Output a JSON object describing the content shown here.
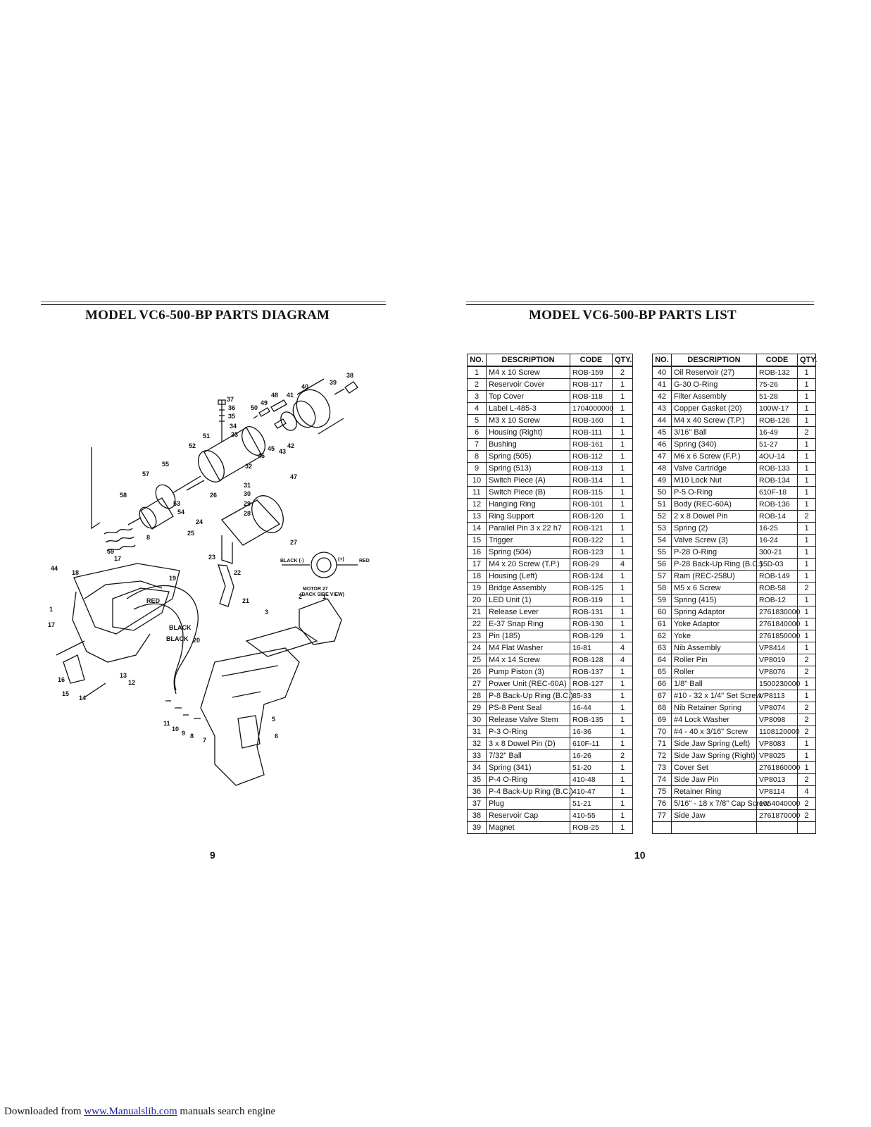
{
  "left_page": {
    "title": "MODEL VC6-500-BP PARTS DIAGRAM",
    "page_number": "9",
    "diagram": {
      "callouts": [
        "38",
        "39",
        "40",
        "41",
        "48",
        "49",
        "50",
        "37",
        "36",
        "35",
        "34",
        "33",
        "51",
        "52",
        "42",
        "43",
        "46",
        "45",
        "47",
        "32",
        "31",
        "30",
        "29",
        "28",
        "26",
        "55",
        "57",
        "53",
        "54",
        "58",
        "8",
        "59",
        "17",
        "44",
        "18",
        "19",
        "24",
        "25",
        "23",
        "22",
        "21",
        "27",
        "RED",
        "BLACK",
        "BLACK",
        "20",
        "1",
        "17",
        "3",
        "2",
        "1",
        "16",
        "13",
        "12",
        "15",
        "14",
        "11",
        "10",
        "9",
        "8",
        "7",
        "5",
        "6"
      ],
      "wire_labels": {
        "black_neg": "BLACK (-)",
        "pos": "(+)",
        "red": "RED",
        "motor": "MOTOR 27",
        "motor_sub": "(BACK SIDE VIEW)"
      }
    }
  },
  "right_page": {
    "title": "MODEL VC6-500-BP PARTS LIST",
    "page_number": "10",
    "headers": {
      "no": "NO.",
      "description": "DESCRIPTION",
      "code": "CODE",
      "qty": "QTY."
    },
    "left_table": [
      {
        "no": "1",
        "description": "M4 x 10 Screw",
        "code": "ROB-159",
        "qty": "2"
      },
      {
        "no": "2",
        "description": "Reservoir Cover",
        "code": "ROB-117",
        "qty": "1"
      },
      {
        "no": "3",
        "description": "Top Cover",
        "code": "ROB-118",
        "qty": "1"
      },
      {
        "no": "4",
        "description": "Label L-485-3",
        "code": "1704000000",
        "qty": "1"
      },
      {
        "no": "5",
        "description": "M3 x 10 Screw",
        "code": "ROB-160",
        "qty": "1"
      },
      {
        "no": "6",
        "description": "Housing (Right)",
        "code": "ROB-111",
        "qty": "1"
      },
      {
        "no": "7",
        "description": "Bushing",
        "code": "ROB-161",
        "qty": "1"
      },
      {
        "no": "8",
        "description": "Spring (505)",
        "code": "ROB-112",
        "qty": "1"
      },
      {
        "no": "9",
        "description": "Spring (513)",
        "code": "ROB-113",
        "qty": "1"
      },
      {
        "no": "10",
        "description": "Switch Piece (A)",
        "code": "ROB-114",
        "qty": "1"
      },
      {
        "no": "11",
        "description": "Switch Piece (B)",
        "code": "ROB-115",
        "qty": "1"
      },
      {
        "no": "12",
        "description": "Hanging Ring",
        "code": "ROB-101",
        "qty": "1"
      },
      {
        "no": "13",
        "description": "Ring Support",
        "code": "ROB-120",
        "qty": "1"
      },
      {
        "no": "14",
        "description": "Parallel Pin 3 x 22 h7",
        "code": "ROB-121",
        "qty": "1"
      },
      {
        "no": "15",
        "description": "Trigger",
        "code": "ROB-122",
        "qty": "1"
      },
      {
        "no": "16",
        "description": "Spring (504)",
        "code": "ROB-123",
        "qty": "1"
      },
      {
        "no": "17",
        "description": "M4 x 20 Screw (T.P.)",
        "code": "ROB-29",
        "qty": "4"
      },
      {
        "no": "18",
        "description": "Housing (Left)",
        "code": "ROB-124",
        "qty": "1"
      },
      {
        "no": "19",
        "description": "Bridge Assembly",
        "code": "ROB-125",
        "qty": "1"
      },
      {
        "no": "20",
        "description": "LED Unit (1)",
        "code": "ROB-119",
        "qty": "1"
      },
      {
        "no": "21",
        "description": "Release Lever",
        "code": "ROB-131",
        "qty": "1"
      },
      {
        "no": "22",
        "description": "E-37 Snap Ring",
        "code": "ROB-130",
        "qty": "1"
      },
      {
        "no": "23",
        "description": "Pin (185)",
        "code": "ROB-129",
        "qty": "1"
      },
      {
        "no": "24",
        "description": "M4 Flat Washer",
        "code": "16-81",
        "qty": "4"
      },
      {
        "no": "25",
        "description": "M4 x 14 Screw",
        "code": "ROB-128",
        "qty": "4"
      },
      {
        "no": "26",
        "description": "Pump Piston (3)",
        "code": "ROB-137",
        "qty": "1"
      },
      {
        "no": "27",
        "description": "Power Unit (REC-60A)",
        "code": "ROB-127",
        "qty": "1"
      },
      {
        "no": "28",
        "description": "P-8 Back-Up Ring (B.C.)",
        "code": "85-33",
        "qty": "1"
      },
      {
        "no": "29",
        "description": "PS-8 Pent Seal",
        "code": "16-44",
        "qty": "1"
      },
      {
        "no": "30",
        "description": "Release Valve Stem",
        "code": "ROB-135",
        "qty": "1"
      },
      {
        "no": "31",
        "description": "P-3 O-Ring",
        "code": "16-36",
        "qty": "1"
      },
      {
        "no": "32",
        "description": "3 x 8 Dowel Pin (D)",
        "code": "610F-11",
        "qty": "1"
      },
      {
        "no": "33",
        "description": "7/32\" Ball",
        "code": "16-26",
        "qty": "2"
      },
      {
        "no": "34",
        "description": "Spring (341)",
        "code": "51-20",
        "qty": "1"
      },
      {
        "no": "35",
        "description": "P-4 O-Ring",
        "code": "410-48",
        "qty": "1"
      },
      {
        "no": "36",
        "description": "P-4 Back-Up Ring (B.C.)",
        "code": "410-47",
        "qty": "1"
      },
      {
        "no": "37",
        "description": "Plug",
        "code": "51-21",
        "qty": "1"
      },
      {
        "no": "38",
        "description": "Reservoir Cap",
        "code": "410-55",
        "qty": "1"
      },
      {
        "no": "39",
        "description": "Magnet",
        "code": "ROB-25",
        "qty": "1"
      }
    ],
    "right_table": [
      {
        "no": "40",
        "description": "Oil Reservoir (27)",
        "code": "ROB-132",
        "qty": "1"
      },
      {
        "no": "41",
        "description": "G-30 O-Ring",
        "code": "75-26",
        "qty": "1"
      },
      {
        "no": "42",
        "description": "Filter Assembly",
        "code": "51-28",
        "qty": "1"
      },
      {
        "no": "43",
        "description": "Copper Gasket (20)",
        "code": "100W-17",
        "qty": "1"
      },
      {
        "no": "44",
        "description": "M4 x 40 Screw (T.P.)",
        "code": "ROB-126",
        "qty": "1"
      },
      {
        "no": "45",
        "description": "3/16\" Ball",
        "code": "16-49",
        "qty": "2"
      },
      {
        "no": "46",
        "description": "Spring (340)",
        "code": "51-27",
        "qty": "1"
      },
      {
        "no": "47",
        "description": "M6 x 6 Screw (F.P.)",
        "code": "4OU-14",
        "qty": "1"
      },
      {
        "no": "48",
        "description": "Valve Cartridge",
        "code": "ROB-133",
        "qty": "1"
      },
      {
        "no": "49",
        "description": "M10 Lock Nut",
        "code": "ROB-134",
        "qty": "1"
      },
      {
        "no": "50",
        "description": "P-5 O-Ring",
        "code": "610F-18",
        "qty": "1"
      },
      {
        "no": "51",
        "description": "Body (REC-60A)",
        "code": "ROB-136",
        "qty": "1"
      },
      {
        "no": "52",
        "description": "2 x 8 Dowel Pin",
        "code": "ROB-14",
        "qty": "2"
      },
      {
        "no": "53",
        "description": "Spring (2)",
        "code": "16-25",
        "qty": "1"
      },
      {
        "no": "54",
        "description": "Valve Screw (3)",
        "code": "16-24",
        "qty": "1"
      },
      {
        "no": "55",
        "description": "P-28 O-Ring",
        "code": "300-21",
        "qty": "1"
      },
      {
        "no": "56",
        "description": "P-28 Back-Up Ring (B.C.)",
        "code": "55D-03",
        "qty": "1"
      },
      {
        "no": "57",
        "description": "Ram (REC-258U)",
        "code": "ROB-149",
        "qty": "1"
      },
      {
        "no": "58",
        "description": "M5 x 6 Screw",
        "code": "ROB-58",
        "qty": "2"
      },
      {
        "no": "59",
        "description": "Spring (415)",
        "code": "ROB-12",
        "qty": "1"
      },
      {
        "no": "60",
        "description": "Spring Adaptor",
        "code": "2761830000",
        "qty": "1"
      },
      {
        "no": "61",
        "description": "Yoke Adaptor",
        "code": "2761840000",
        "qty": "1"
      },
      {
        "no": "62",
        "description": "Yoke",
        "code": "2761850000",
        "qty": "1"
      },
      {
        "no": "63",
        "description": "Nib Assembly",
        "code": "VP8414",
        "qty": "1"
      },
      {
        "no": "64",
        "description": "Roller Pin",
        "code": "VP8019",
        "qty": "2"
      },
      {
        "no": "65",
        "description": "Roller",
        "code": "VP8076",
        "qty": "2"
      },
      {
        "no": "66",
        "description": "1/8\" Ball",
        "code": "1500230000",
        "qty": "1"
      },
      {
        "no": "67",
        "description": "#10 - 32 x 1/4\" Set Screw",
        "code": "VP8113",
        "qty": "1"
      },
      {
        "no": "68",
        "description": "Nib Retainer Spring",
        "code": "VP8074",
        "qty": "2"
      },
      {
        "no": "69",
        "description": "#4 Lock Washer",
        "code": "VP8098",
        "qty": "2"
      },
      {
        "no": "70",
        "description": "#4 - 40 x 3/16\" Screw",
        "code": "1108120000",
        "qty": "2"
      },
      {
        "no": "71",
        "description": "Side Jaw Spring (Left)",
        "code": "VP8083",
        "qty": "1"
      },
      {
        "no": "72",
        "description": "Side Jaw Spring (Right)",
        "code": "VP8025",
        "qty": "1"
      },
      {
        "no": "73",
        "description": "Cover Set",
        "code": "2761860000",
        "qty": "1"
      },
      {
        "no": "74",
        "description": "Side Jaw Pin",
        "code": "VP8013",
        "qty": "2"
      },
      {
        "no": "75",
        "description": "Retainer Ring",
        "code": "VP8114",
        "qty": "4"
      },
      {
        "no": "76",
        "description": "5/16\" - 18 x 7/8\" Cap Screw",
        "code": "1054040000",
        "qty": "2"
      },
      {
        "no": "77",
        "description": "Side Jaw",
        "code": "2761870000",
        "qty": "2"
      },
      {
        "no": "",
        "description": "",
        "code": "",
        "qty": ""
      }
    ]
  },
  "footer": {
    "prefix": "Downloaded from ",
    "link": "www.Manualslib.com",
    "suffix": " manuals search engine"
  }
}
